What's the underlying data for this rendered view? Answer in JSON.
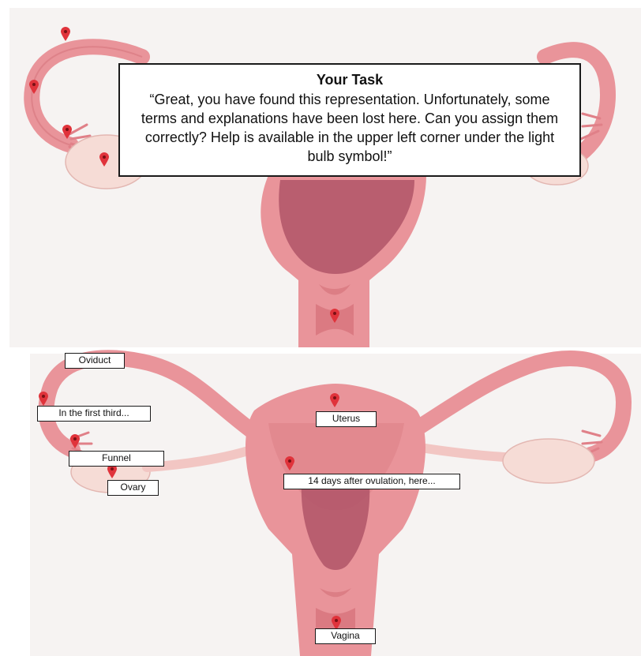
{
  "task": {
    "title": "Your Task",
    "body": "“Great, you have found this representation. Unfortunately, some terms and explanations have been lost here. Can you assign them correctly? Help is available in the upper left corner under the light bulb symbol!”"
  },
  "labels": {
    "oviduct": "Oviduct",
    "first_third": "In the first third...",
    "funnel": "Funnel",
    "ovary": "Ovary",
    "uterus": "Uterus",
    "fourteen_days": "14 days after ovulation, here...",
    "vagina": "Vagina"
  },
  "colors": {
    "tissue": "#e9949a",
    "tissue_dark": "#d46f78",
    "cavity": "#b4586a",
    "ovary": "#f6dcd6",
    "pin": "#e0333b",
    "background": "#f6f3f2"
  }
}
